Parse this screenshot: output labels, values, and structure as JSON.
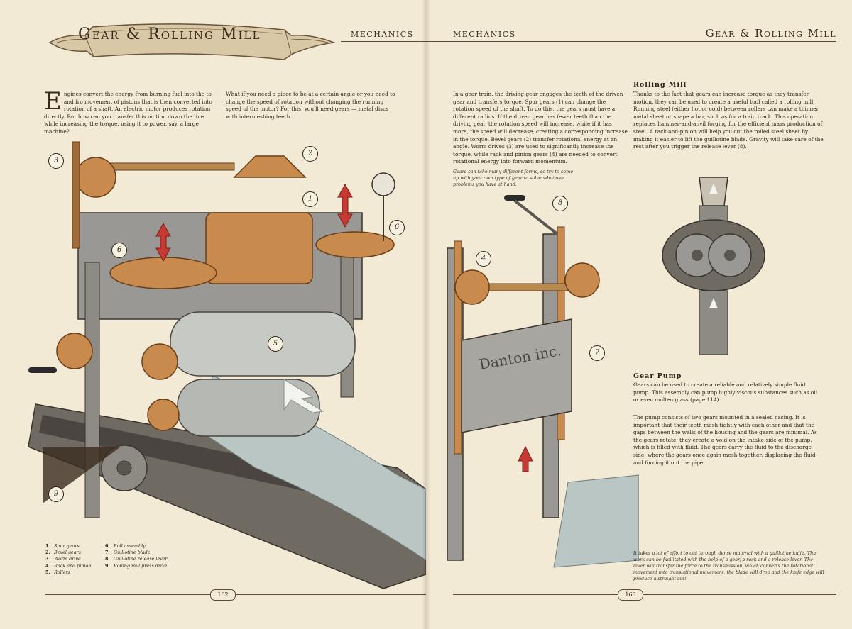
{
  "header": {
    "title": "Gear & Rolling Mill",
    "section": "Mechanics"
  },
  "left": {
    "intro_dropcap": "E",
    "intro": "ngines convert the energy from burning fuel into the to and fro movement of pistons that is then converted into rotation of a shaft. An electric motor produces rotation directly. But how can you transfer this motion down the line while increasing the torque, using it to power, say, a large machine?",
    "intro2": "What if you need a piece to be at a certain angle or you need to change the speed of rotation without changing the running speed of the motor? For this, you'll need gears — metal discs with intermeshing teeth.",
    "legend": [
      {
        "n": "1.",
        "label": "Spur gears"
      },
      {
        "n": "2.",
        "label": "Bevel gears"
      },
      {
        "n": "3.",
        "label": "Worm drive"
      },
      {
        "n": "4.",
        "label": "Rack and pinion"
      },
      {
        "n": "5.",
        "label": "Rollers"
      },
      {
        "n": "6.",
        "label": "Roll assembly"
      },
      {
        "n": "7.",
        "label": "Guillotine blade"
      },
      {
        "n": "8.",
        "label": "Guillotine release lever"
      },
      {
        "n": "9.",
        "label": "Rolling mill press drive"
      }
    ],
    "page_number": "162"
  },
  "right": {
    "intro": "In a gear train, the driving gear engages the teeth of the driven gear and transfers torque. Spur gears (1) can change the rotation speed of the shaft. To do this, the gears must have a different radius. If the driven gear has fewer teeth than the driving gear, the rotation speed will increase, while if it has more, the speed will decrease, creating a corresponding increase in the torque. Bevel gears (2) transfer rotational energy at an angle. Worm drives (3) are used to significantly increase the torque, while rack and pinion gears (4) are needed to convert rotational energy into forward momentum.",
    "caption_top": "Gears can take many different forms, so try to come up with your own type of gear to solve whatever problems you have at hand.",
    "rolling_mill_heading": "Rolling Mill",
    "rolling_mill_text": "Thanks to the fact that gears can increase torque as they transfer motion, they can be used to create a useful tool called a rolling mill. Running steel (either hot or cold) between rollers can make a thinner metal sheet or shape a bar, such as for a train track. This operation replaces hammer-and-anvil forging for the efficient mass production of steel. A rack-and-pinion will help you cut the rolled steel sheet by making it easier to lift the guillotine blade. Gravity will take care of the rest after you trigger the release lever (8).",
    "gear_pump_heading": "Gear Pump",
    "gear_pump_text1": "Gears can be used to create a reliable and relatively simple fluid pump. This assembly can pump highly viscous substances such as oil or even molten glass (page 114).",
    "gear_pump_text2": "The pump consists of two gears mounted in a sealed casing. It is important that their teeth mesh tightly with each other and that the gaps between the walls of the housing and the gears are minimal. As the gears rotate, they create a void on the intake side of the pump, which is filled with fluid. The gears carry the fluid to the discharge side, where the gears once again mesh together, displacing the fluid and forcing it out the pipe.",
    "caption_bottom": "It takes a lot of effort to cut through dense material with a guillotine knife. This work can be facilitated with the help of a gear, a rack and a release lever. The lever will transfer the force to the transmission, which converts the rotational movement into translational movement, the blade will drop and the knife edge will produce a straight cut!",
    "sign_text": "Danton inc.",
    "page_number": "163"
  },
  "callouts_left": [
    "3",
    "2",
    "1",
    "6",
    "6",
    "5",
    "9"
  ],
  "callouts_right": [
    "8",
    "4",
    "7"
  ]
}
